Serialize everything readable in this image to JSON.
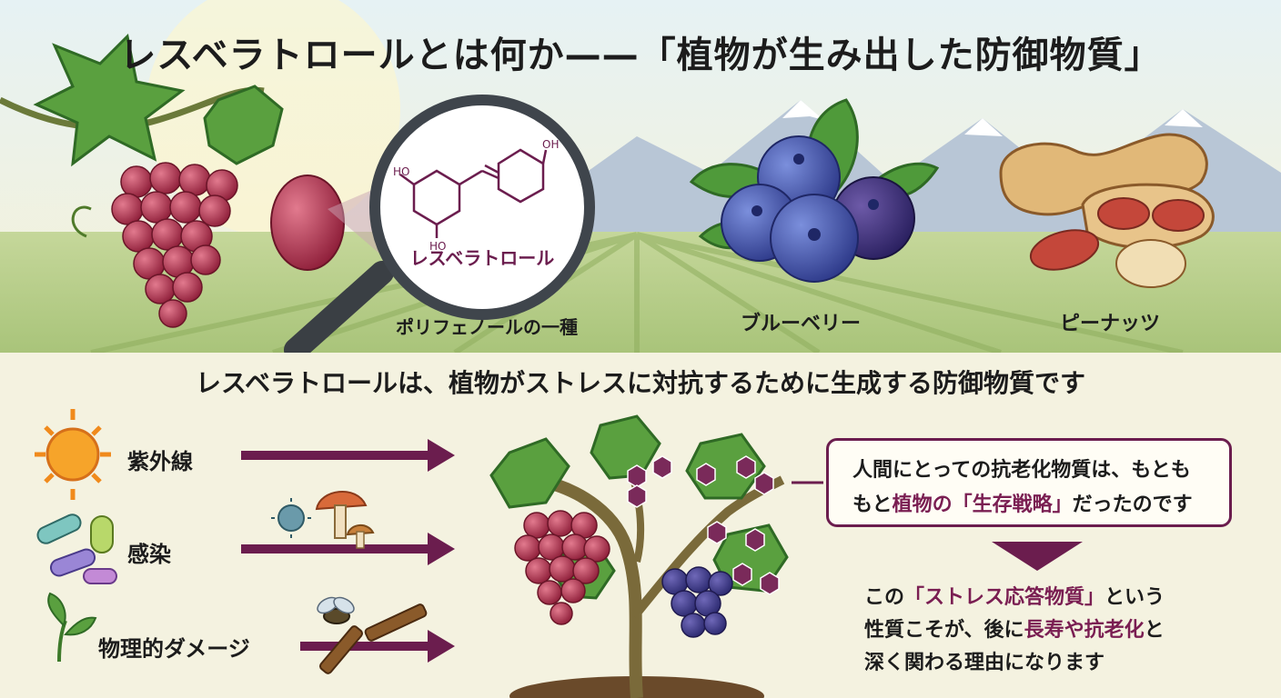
{
  "title": "レスベラトロールとは何か——「植物が生み出した防御物質」",
  "molecule": {
    "name": "レスベラトロール",
    "oh_labels": [
      "HO",
      "HO",
      "OH"
    ],
    "caption": "ポリフェノールの一種"
  },
  "sources": [
    {
      "label": "ブルーベリー"
    },
    {
      "label": "ピーナッツ"
    }
  ],
  "headline": "レスベラトロールは、植物がストレスに対抗するために生成する防御物質です",
  "stressors": [
    {
      "label": "紫外線"
    },
    {
      "label": "感染"
    },
    {
      "label": "物理的ダメージ"
    }
  ],
  "callout": {
    "line1": "人間にとっての抗老化物質は、もとも",
    "line2_pre": "もと",
    "line2_hl": "植物の「生存戦略」",
    "line2_post": "だったのです"
  },
  "conclusion": {
    "l1_pre": "この",
    "l1_hl": "「ストレス応答物質」",
    "l1_post": "という",
    "l2_pre": "性質こそが、後に",
    "l2_hl": "長寿や抗老化",
    "l2_post": "と",
    "l3": "深く関わる理由になります"
  },
  "colors": {
    "accent": "#6b1d4e",
    "highlight": "#7a1e52",
    "leaf": "#4f9a3a",
    "grape": "#b53a55",
    "blueberry": "#3e4fa8"
  }
}
